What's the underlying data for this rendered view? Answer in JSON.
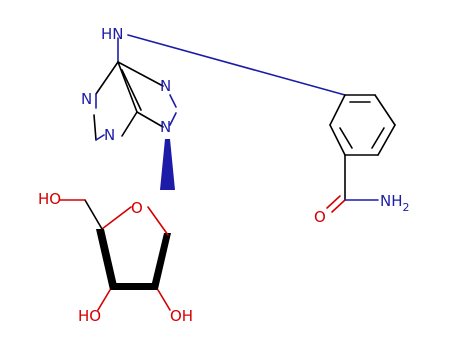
{
  "colors": {
    "carbon": "#000000",
    "nitrogen": "#1c1ca8",
    "oxygen": "#d40000",
    "background": "#ffffff"
  },
  "atoms": [
    {
      "id": "nh-link",
      "text": "HN",
      "element": "N"
    },
    {
      "id": "n-purine-1",
      "text": "N",
      "element": "N"
    },
    {
      "id": "n-purine-3",
      "text": "N",
      "element": "N"
    },
    {
      "id": "n-purine-7",
      "text": "N",
      "element": "N"
    },
    {
      "id": "n-purine-9",
      "text": "N",
      "element": "N"
    },
    {
      "id": "o-ring",
      "text": "O",
      "element": "O"
    },
    {
      "id": "ho-5prime",
      "text": "HO",
      "element": "O"
    },
    {
      "id": "ho-3prime",
      "text": "HO",
      "element": "O"
    },
    {
      "id": "oh-2prime",
      "text": "OH",
      "element": "O"
    },
    {
      "id": "o-amide",
      "text": "O",
      "element": "O"
    },
    {
      "id": "nh2-amide",
      "text": "NH",
      "element": "N",
      "subscript": "2"
    }
  ]
}
